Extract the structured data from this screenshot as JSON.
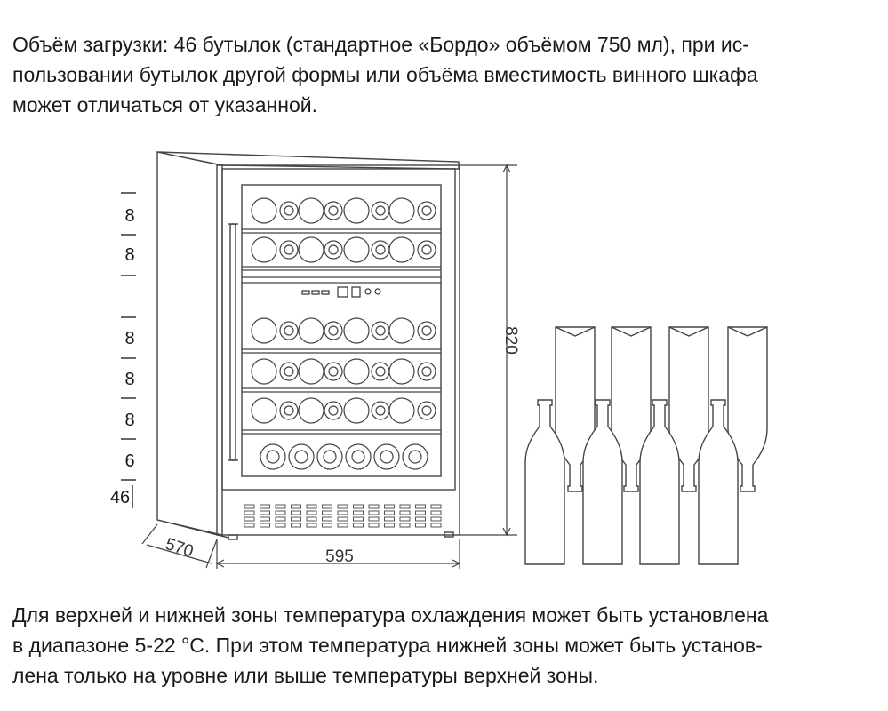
{
  "intro_lines": [
    "Объём загрузки: 46 бутылок (стандартное «Бордо» объёмом 750 мл), при ис-",
    "пользовании бутылок другой формы или объёма вместимость винного шкафа",
    "может отличаться от указанной."
  ],
  "footer_lines": [
    "Для верхней и нижней зоны температура охлаждения может быть установлена",
    "в диапазоне 5-22 °С. При этом температура нижней зоны может быть установ-",
    "лена только на уровне или выше температуры верхней зоны."
  ],
  "shelf_counts": [
    "8",
    "8",
    "8",
    "8",
    "8",
    "6"
  ],
  "total_bottles": "46",
  "dimensions": {
    "height": "820",
    "width": "595",
    "depth": "570"
  },
  "colors": {
    "line": "#444444",
    "text": "#1a1a1a"
  }
}
